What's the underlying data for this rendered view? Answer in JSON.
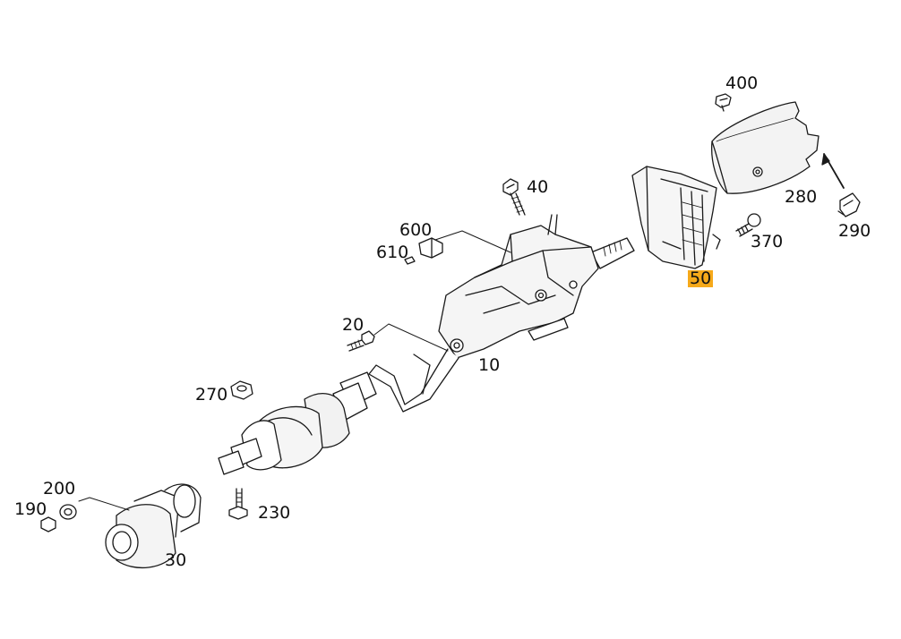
{
  "diagram": {
    "highlight_color": "#f6a91a",
    "line_color": "#1a1a1a",
    "labels": {
      "p400": "400",
      "p280": "280",
      "p290": "290",
      "p370": "370",
      "p50": "50",
      "p40": "40",
      "p600": "600",
      "p610": "610",
      "p20": "20",
      "p10": "10",
      "p270": "270",
      "p200": "200",
      "p190": "190",
      "p230": "230",
      "p30": "30"
    }
  }
}
